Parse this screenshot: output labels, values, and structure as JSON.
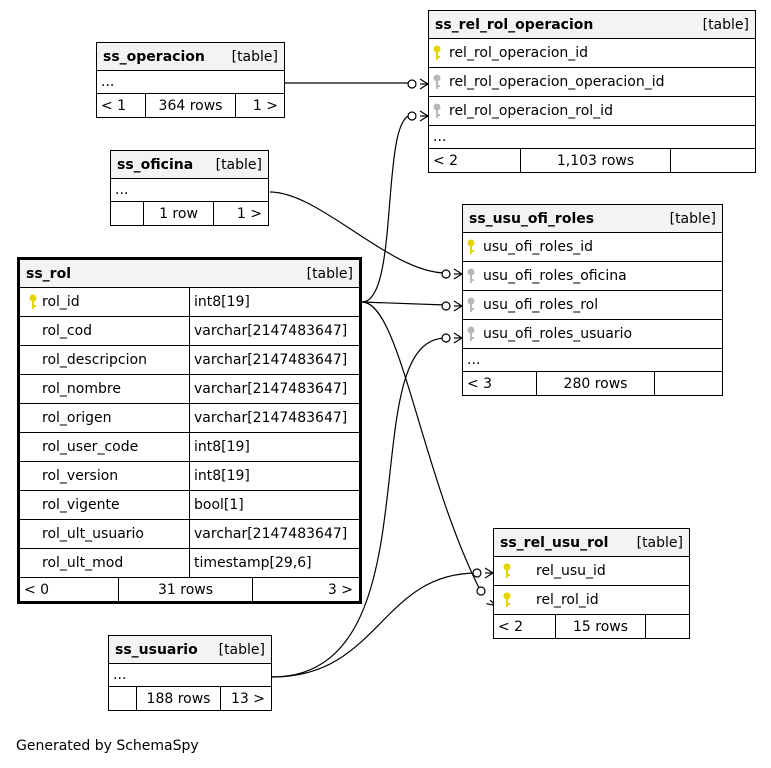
{
  "footer": "Generated by SchemaSpy",
  "tables": {
    "ss_operacion": {
      "name": "ss_operacion",
      "type": "[table]",
      "dots": "...",
      "prev": "< 1",
      "rows": "364 rows",
      "next": "1 >"
    },
    "ss_rel_rol_operacion": {
      "name": "ss_rel_rol_operacion",
      "type": "[table]",
      "columns": [
        "rel_rol_operacion_id",
        "rel_rol_operacion_operacion_id",
        "rel_rol_operacion_rol_id"
      ],
      "dots": "...",
      "prev": "< 2",
      "rows": "1,103 rows",
      "next": ""
    },
    "ss_oficina": {
      "name": "ss_oficina",
      "type": "[table]",
      "dots": "...",
      "prev": "",
      "rows": "1 row",
      "next": "1 >"
    },
    "ss_usu_ofi_roles": {
      "name": "ss_usu_ofi_roles",
      "type": "[table]",
      "columns": [
        "usu_ofi_roles_id",
        "usu_ofi_roles_oficina",
        "usu_ofi_roles_rol",
        "usu_ofi_roles_usuario"
      ],
      "dots": "...",
      "prev": "< 3",
      "rows": "280 rows",
      "next": ""
    },
    "ss_rol": {
      "name": "ss_rol",
      "type": "[table]",
      "columns": [
        {
          "name": "rol_id",
          "type": "int8[19]"
        },
        {
          "name": "rol_cod",
          "type": "varchar[2147483647]"
        },
        {
          "name": "rol_descripcion",
          "type": "varchar[2147483647]"
        },
        {
          "name": "rol_nombre",
          "type": "varchar[2147483647]"
        },
        {
          "name": "rol_origen",
          "type": "varchar[2147483647]"
        },
        {
          "name": "rol_user_code",
          "type": "int8[19]"
        },
        {
          "name": "rol_version",
          "type": "int8[19]"
        },
        {
          "name": "rol_vigente",
          "type": "bool[1]"
        },
        {
          "name": "rol_ult_usuario",
          "type": "varchar[2147483647]"
        },
        {
          "name": "rol_ult_mod",
          "type": "timestamp[29,6]"
        }
      ],
      "prev": "< 0",
      "rows": "31 rows",
      "next": "3 >"
    },
    "ss_rel_usu_rol": {
      "name": "ss_rel_usu_rol",
      "type": "[table]",
      "columns": [
        "rel_usu_id",
        "rel_rol_id"
      ],
      "prev": "< 2",
      "rows": "15 rows",
      "next": ""
    },
    "ss_usuario": {
      "name": "ss_usuario",
      "type": "[table]",
      "dots": "...",
      "prev": "",
      "rows": "188 rows",
      "next": "13 >"
    }
  },
  "icons": {
    "primary_key": "key-yellow-icon",
    "foreign_key": "key-gray-icon"
  },
  "colors": {
    "pk_key": "#e6d400",
    "fk_key": "#b8b8b8",
    "header_bg": "#f3f3f3"
  }
}
